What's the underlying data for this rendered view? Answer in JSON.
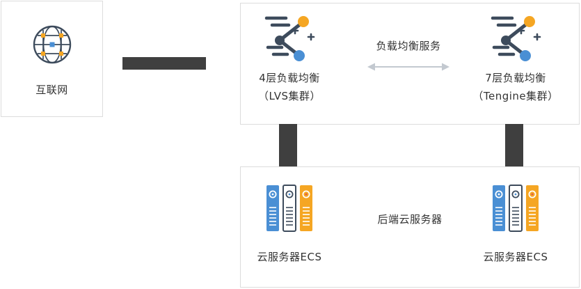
{
  "internet": {
    "label": "互联网"
  },
  "slb": {
    "service_label": "负载均衡服务",
    "l4": {
      "title": "4层负载均衡",
      "subtitle": "（LVS集群）"
    },
    "l7": {
      "title": "7层负载均衡",
      "subtitle": "（Tengine集群）"
    }
  },
  "backend": {
    "label": "后端云服务器",
    "left_ecs_label": "云服务器ECS",
    "right_ecs_label": "云服务器ECS"
  },
  "icons": {
    "internet": "globe-network-icon",
    "load_balancer": "load-balancer-icon",
    "ecs": "server-rack-icon",
    "flow": "bidirectional-arrow-icon"
  },
  "colors": {
    "accent_blue": "#4a8fd4",
    "accent_orange": "#f5a623",
    "icon_stroke": "#3d4b5c",
    "connector_dark": "#3f3f3f",
    "arrow_gray": "#c3c9d0",
    "box_border": "#dcdcdc",
    "text": "#333333"
  }
}
